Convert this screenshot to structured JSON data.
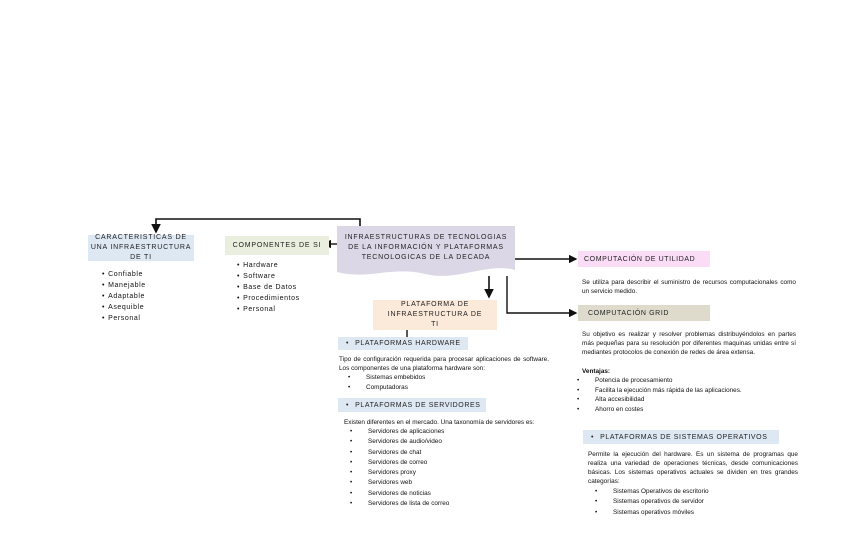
{
  "central": {
    "title": "INFRAESTRUCTURAS DE TECNOLOGIAS DE LA INFORMACIÓN Y PLATAFORMAS TECNOLOGICAS DE LA DECADA"
  },
  "caracteristicas": {
    "title": "CARACTERISTICAS DE UNA INFRAESTRUCTURA DE TI",
    "items": [
      "Confiable",
      "Manejable",
      "Adaptable",
      "Asequible",
      "Personal"
    ]
  },
  "componentes": {
    "title": "COMPONENTES DE SI",
    "items": [
      "Hardware",
      "Software",
      "Base de Datos",
      "Procedimientos",
      "Personal"
    ]
  },
  "plataforma": {
    "title": "PLATAFORMA DE INFRAESTRUCTURA DE TI",
    "hardware": {
      "title": "PLATAFORMAS HARDWARE",
      "text": "Tipo de configuración requerida para procesar aplicaciones de software. Los componentes de una plataforma hardware son:",
      "items": [
        "Sistemas embebidos",
        "Computadoras"
      ]
    },
    "servidores": {
      "title": "PLATAFORMAS DE SERVIDORES",
      "text": "Existen diferentes en el mercado. Una taxonomía de servidores es:",
      "items": [
        "Servidores de aplicaciones",
        "Servidores de audio/video",
        "Servidores de chat",
        "Servidores de correo",
        "Servidores proxy",
        "Servidores web",
        "Servidores de noticias",
        "Servidores de lista de correo"
      ]
    }
  },
  "utilidad": {
    "title": "COMPUTACIÓN DE UTILIDAD",
    "text": "Se utiliza para describir el suministro de recursos computacionales como un servicio medido."
  },
  "grid": {
    "title": "COMPUTACIÓN GRID",
    "text": "Su objetivo es realizar y resolver problemas distribuyéndolos en partes más pequeñas para su resolución por diferentes maquinas unidas entre sí mediantes protocolos de conexión de redes de área extensa.",
    "ventajas_label": "Ventajas:",
    "ventajas": [
      "Potencia de procesamiento",
      "Facilita la ejecución más rápida de las aplicaciones.",
      "Alta accesibilidad",
      "Ahorro en costes"
    ]
  },
  "sistemas_operativos": {
    "title": "PLATAFORMAS DE SISTEMAS OPERATIVOS",
    "text": "Permite la ejecución del hardware. Es un sistema de programas que realiza una variedad de operaciones técnicas, desde comunicaciones básicas. Los sistemas operativos actuales se dividen en tres grandes categorías:",
    "items": [
      "Sistemas Operativos de escritorio",
      "Sistemas operativos de servidor",
      "Sistemas operativos móviles"
    ]
  }
}
